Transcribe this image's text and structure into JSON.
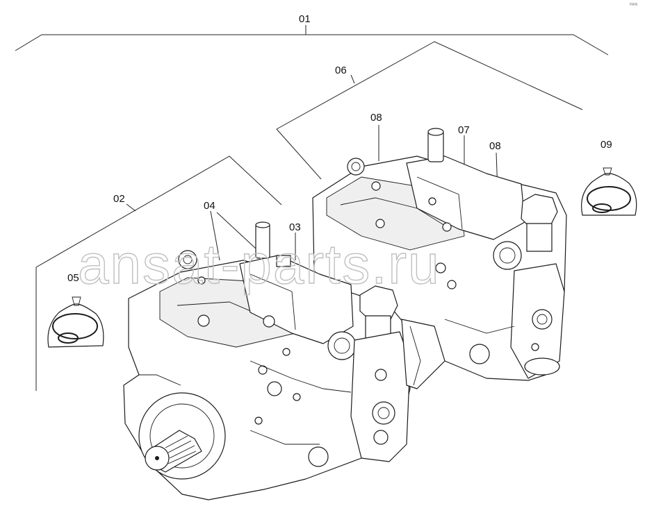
{
  "diagram": {
    "callouts": [
      "01",
      "02",
      "03",
      "04",
      "05",
      "06",
      "07",
      "08",
      "08",
      "09"
    ],
    "watermark": "ansat-parts.ru",
    "corner_mark": "PAIN"
  }
}
